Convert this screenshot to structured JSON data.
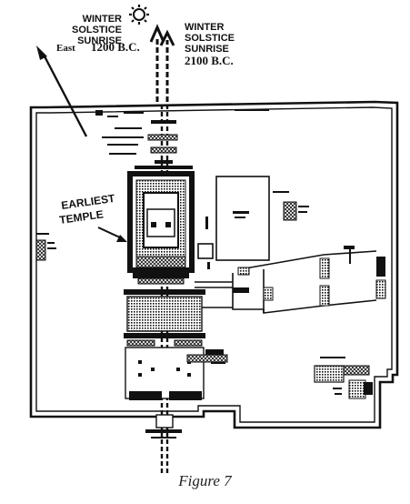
{
  "labels": {
    "winter_sunrise_1200_lines": [
      "WINTER",
      "SOLSTICE",
      "SUNRISE"
    ],
    "winter_sunrise_2100_lines": [
      "WINTER",
      "SOLSTICE",
      "SUNRISE"
    ],
    "date_1200": "1200 B.C.",
    "date_2100": "2100 B.C.",
    "east": "East",
    "earliest_temple_lines": [
      "EARLIEST",
      "TEMPLE"
    ]
  },
  "caption": "Figure 7",
  "icons": {
    "sun": "sun-icon"
  },
  "colors": {
    "ink": "#111111",
    "paper": "#ffffff"
  }
}
